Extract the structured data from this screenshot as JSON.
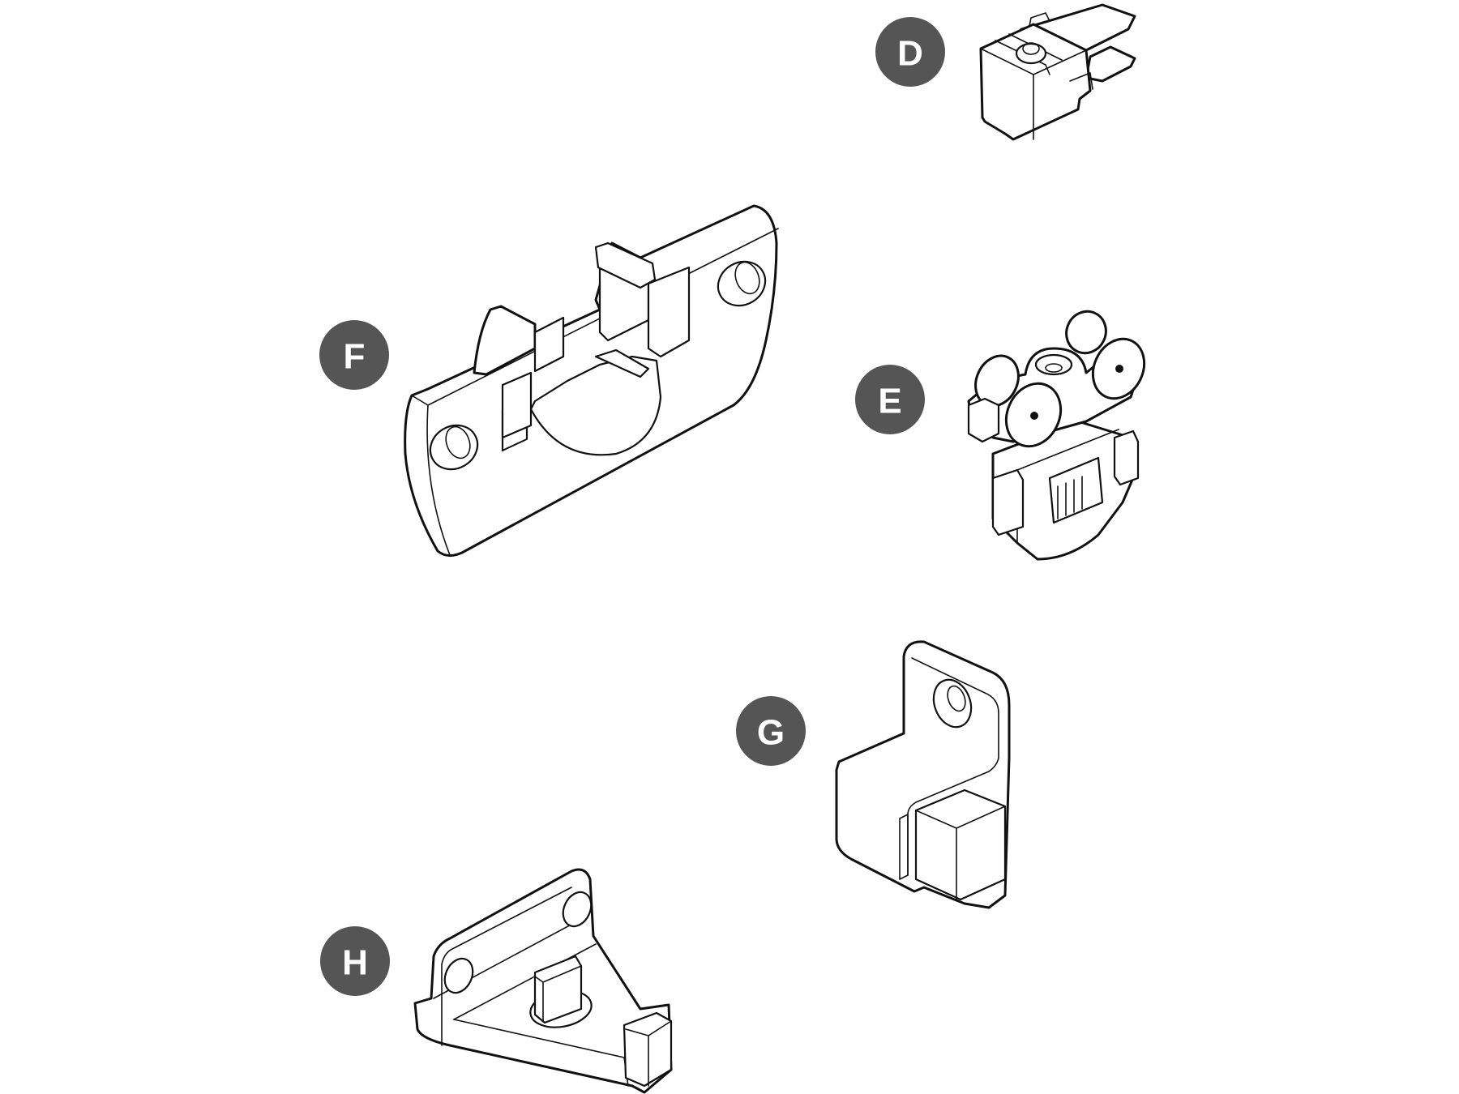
{
  "diagram": {
    "type": "parts-overview",
    "badge_color": "#555555",
    "line_color": "#111111",
    "parts": [
      {
        "id": "d",
        "label": "D",
        "description_icon": "runner-clip-part"
      },
      {
        "id": "e",
        "label": "E",
        "description_icon": "roller-carriage-part"
      },
      {
        "id": "f",
        "label": "F",
        "description_icon": "mounting-plate-part"
      },
      {
        "id": "g",
        "label": "G",
        "description_icon": "stop-bracket-part"
      },
      {
        "id": "h",
        "label": "H",
        "description_icon": "guide-bracket-part"
      }
    ]
  }
}
